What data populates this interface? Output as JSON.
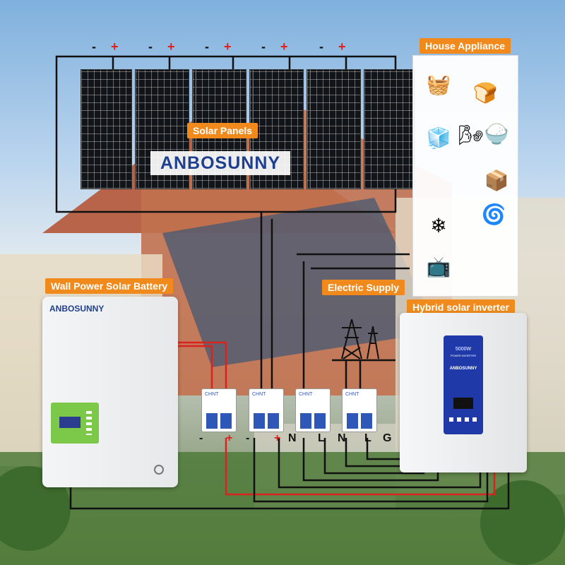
{
  "labels": {
    "solar_panels": "Solar Panels",
    "house_appliance": "House Appliance",
    "battery": "Wall Power Solar Battery",
    "electric_supply": "Electric Supply",
    "inverter": "Hybrid solar inverter"
  },
  "brand": {
    "main": "ANBOSUNNY",
    "battery": "ANBOSUNNY",
    "inverter": "ANBOSUNNY"
  },
  "inverter_text": {
    "power": "5000W",
    "type": "POWER INVERTER"
  },
  "panel_polarity": [
    "-",
    "+",
    "-",
    "+",
    "-",
    "+",
    "-",
    "+",
    "-",
    "+"
  ],
  "terminals": [
    "-",
    "+",
    "-",
    "+",
    "N",
    "L",
    "N",
    "L",
    "G"
  ],
  "breakers": [
    "CHNT",
    "CHNT",
    "CHNT",
    "CHNT"
  ],
  "appliances": [
    {
      "name": "washing-machine-icon",
      "glyph": "🧺"
    },
    {
      "name": "oven-icon",
      "glyph": "🍞"
    },
    {
      "name": "refrigerator-icon",
      "glyph": "🧊"
    },
    {
      "name": "air-conditioner-tower-icon",
      "glyph": "🌬"
    },
    {
      "name": "rice-cooker-icon",
      "glyph": "🍚"
    },
    {
      "name": "microwave-icon",
      "glyph": "📦"
    },
    {
      "name": "wall-ac-icon",
      "glyph": "❄"
    },
    {
      "name": "fan-icon",
      "glyph": "🌀"
    },
    {
      "name": "television-icon",
      "glyph": "📺"
    }
  ],
  "colors": {
    "label_bg": "#f08a1c",
    "wire_black": "#111111",
    "wire_red": "#d9231f",
    "brand_blue": "#1f3f8f",
    "breaker_blue": "#2f57b8"
  }
}
